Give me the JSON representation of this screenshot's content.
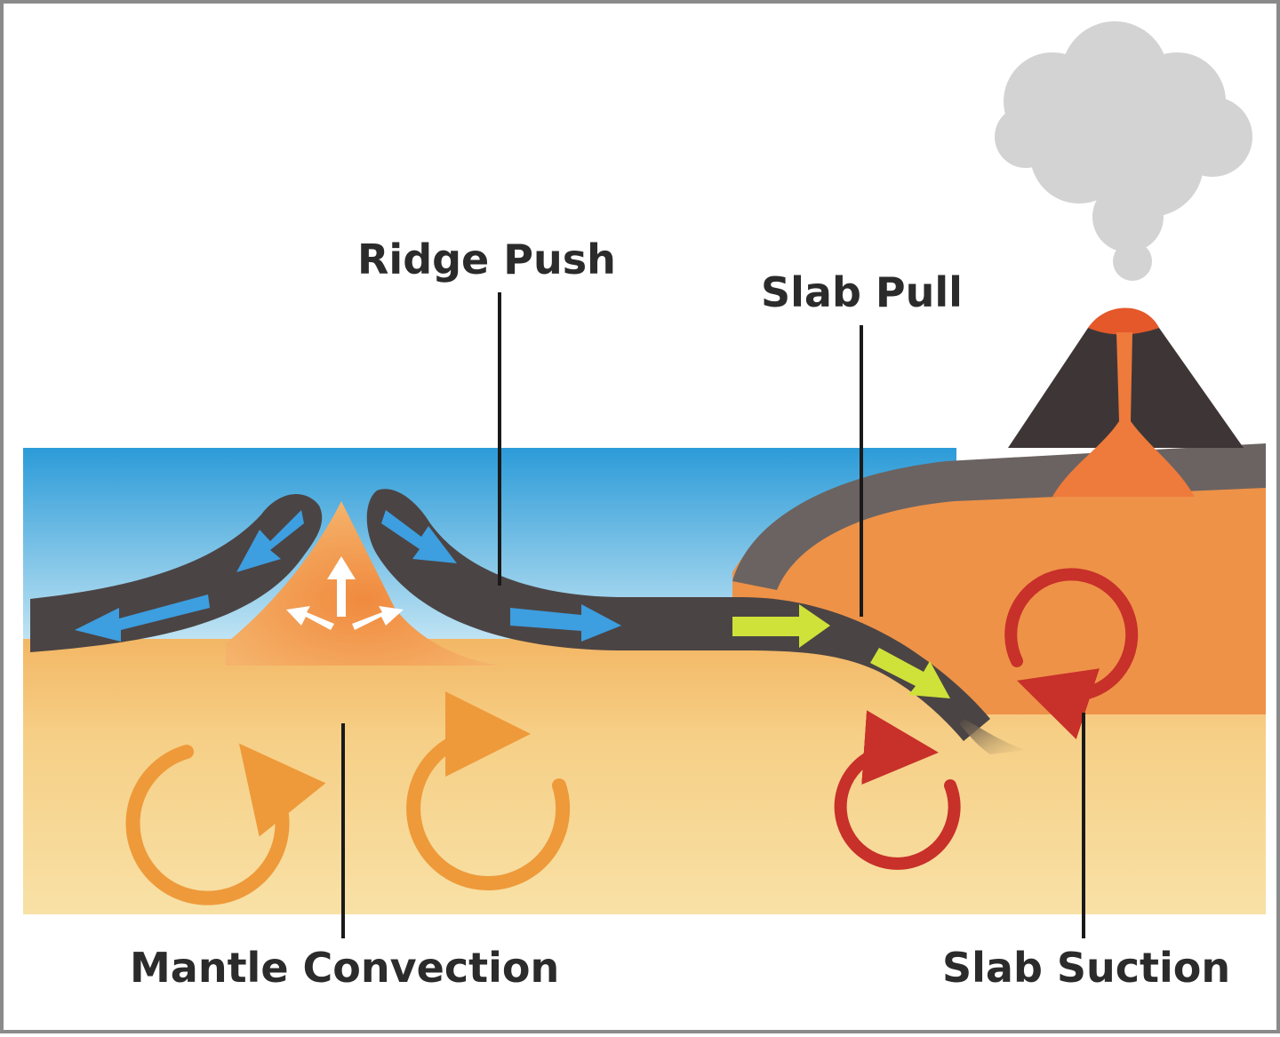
{
  "labels": {
    "ridge_push": "Ridge Push",
    "slab_pull": "Slab Pull",
    "mantle_convection": "Mantle Convection",
    "slab_suction": "Slab Suction"
  },
  "colors": {
    "ocean": "#2fa3dc",
    "plate": "#4b4444",
    "mantle_light": "#f7d98c",
    "mantle_mid": "#f2b860",
    "magma": "#ee8a40",
    "ridge_arrow": "#3d9ee0",
    "slab_arrow": "#cfe23a",
    "convection_orange": "#ee9a3a",
    "convection_red": "#c8302a",
    "ash_cloud": "#cfcfcf",
    "leader_line": "#1a1a1a"
  },
  "icons": [
    "volcano-icon",
    "ash-cloud-icon",
    "mantle-convection-cycle-icon",
    "slab-suction-cycle-icon"
  ]
}
